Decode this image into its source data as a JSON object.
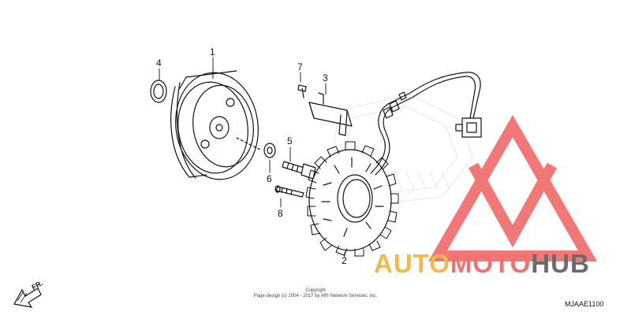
{
  "callouts": [
    "1",
    "2",
    "3",
    "4",
    "5",
    "6",
    "7",
    "8"
  ],
  "brand": {
    "part1": "AUTO",
    "part2": "MOTO",
    "part3": "HUB"
  },
  "colors": {
    "brand_yellow": "#f5b84a",
    "brand_red": "#f27070",
    "brand_gray": "#6b6b6b",
    "line": "#111111"
  },
  "direction_label": "FR.",
  "copyright": {
    "line1": "Copyright",
    "line2": "Page design (c) 2004 - 2017 by ARI Network Services, Inc."
  },
  "diagram_code": "MJAAE1100"
}
